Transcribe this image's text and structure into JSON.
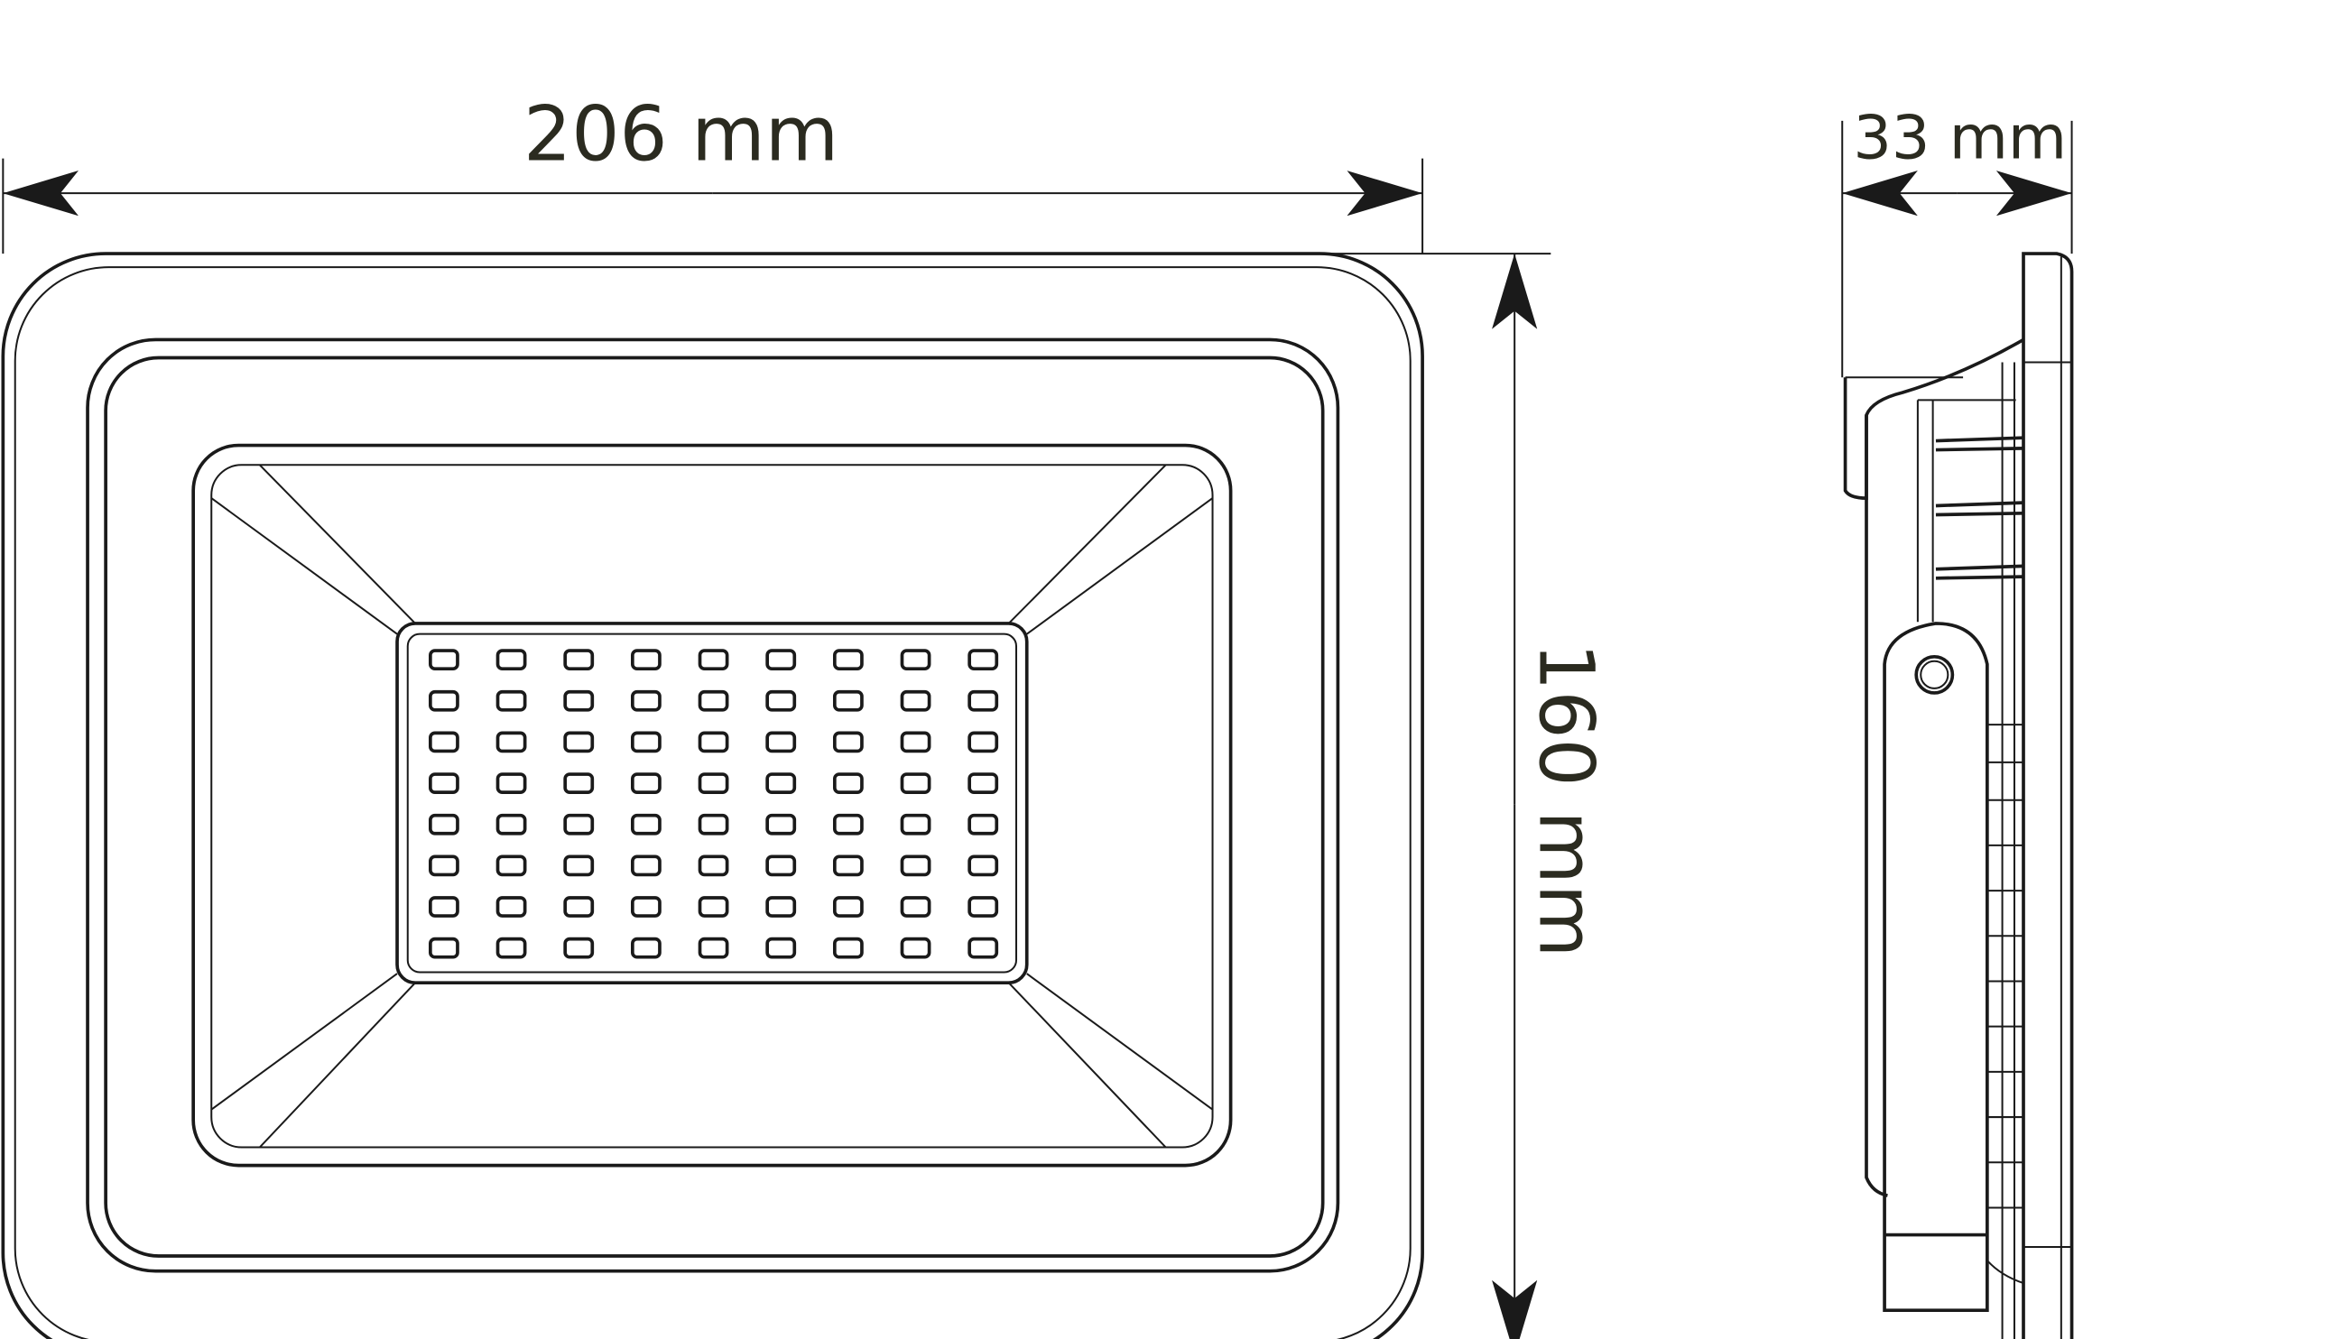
{
  "dimensions": {
    "width_label": "206 mm",
    "height_label": "160 mm",
    "depth_label": "33 mm"
  },
  "led_grid": {
    "columns": 9,
    "rows": 8
  },
  "colors": {
    "line": "#1a1a1a",
    "text": "#2b2b20",
    "background": "#ffffff"
  }
}
